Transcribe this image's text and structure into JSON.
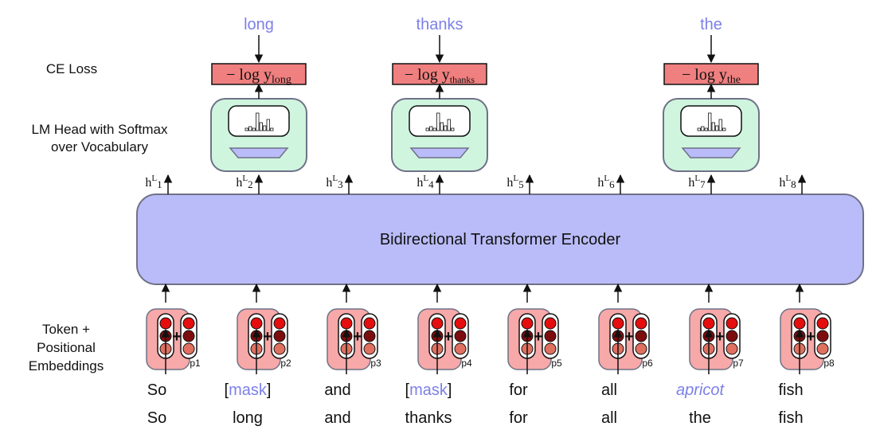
{
  "labels": {
    "ce_loss": "CE Loss",
    "lm_head_line1": "LM Head with Softmax",
    "lm_head_line2": "over Vocabulary",
    "emb_line1": "Token +",
    "emb_line2": "Positional",
    "emb_line3": "Embeddings",
    "encoder": "Bidirectional Transformer Encoder",
    "minus_log": "− log y"
  },
  "predictions": [
    {
      "word": "long",
      "subscript": "long",
      "position": 2
    },
    {
      "word": "thanks",
      "subscript": "thanks",
      "position": 4
    },
    {
      "word": "the",
      "subscript": "the",
      "position": 7
    }
  ],
  "hidden_states": [
    {
      "base": "h",
      "sup": "L",
      "sub": "1"
    },
    {
      "base": "h",
      "sup": "L",
      "sub": "2"
    },
    {
      "base": "h",
      "sup": "L",
      "sub": "3"
    },
    {
      "base": "h",
      "sup": "L",
      "sub": "4"
    },
    {
      "base": "h",
      "sup": "L",
      "sub": "5"
    },
    {
      "base": "h",
      "sup": "L",
      "sub": "6"
    },
    {
      "base": "h",
      "sup": "L",
      "sub": "7"
    },
    {
      "base": "h",
      "sup": "L",
      "sub": "8"
    }
  ],
  "positions": [
    "p1",
    "p2",
    "p3",
    "p4",
    "p5",
    "p6",
    "p7",
    "p8"
  ],
  "input_tokens": [
    {
      "pre": "",
      "text": "So",
      "post": "",
      "style": "normal"
    },
    {
      "pre": "[",
      "text": "mask",
      "post": "]",
      "style": "mask"
    },
    {
      "pre": "",
      "text": "and",
      "post": "",
      "style": "normal"
    },
    {
      "pre": "[",
      "text": "mask",
      "post": "]",
      "style": "mask"
    },
    {
      "pre": "",
      "text": "for",
      "post": "",
      "style": "normal"
    },
    {
      "pre": "",
      "text": "all",
      "post": "",
      "style": "normal"
    },
    {
      "pre": "",
      "text": "apricot",
      "post": "",
      "style": "random"
    },
    {
      "pre": "",
      "text": "fish",
      "post": "",
      "style": "normal"
    }
  ],
  "original_tokens": [
    "So",
    "long",
    "and",
    "thanks",
    "for",
    "all",
    "the",
    "fish"
  ],
  "colors": {
    "encoder_fill": "#babcf9",
    "encoder_stroke": "#6f7287",
    "embedding_fill": "#f7a8a8",
    "head_fill": "#cff5df",
    "loss_fill": "#f07f7f",
    "accent_text": "#7d80e8",
    "circle_top": "#e50d0d",
    "circle_mid": "#7d0d0d",
    "circle_bottom": "#e07060"
  }
}
